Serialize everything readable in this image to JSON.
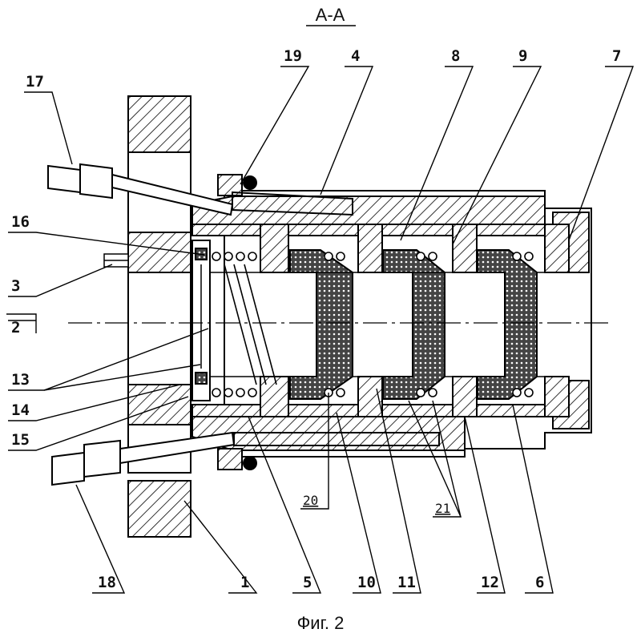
{
  "section_title": "A-A",
  "caption": "Фиг. 2",
  "labels": {
    "l1": "1",
    "l2": "2",
    "l3": "3",
    "l4": "4",
    "l5": "5",
    "l6": "6",
    "l7": "7",
    "l8": "8",
    "l9": "9",
    "l10": "10",
    "l11": "11",
    "l12": "12",
    "l13": "13",
    "l14": "14",
    "l15": "15",
    "l16": "16",
    "l17": "17",
    "l18": "18",
    "l19": "19",
    "l20": "20",
    "l21": "21"
  }
}
